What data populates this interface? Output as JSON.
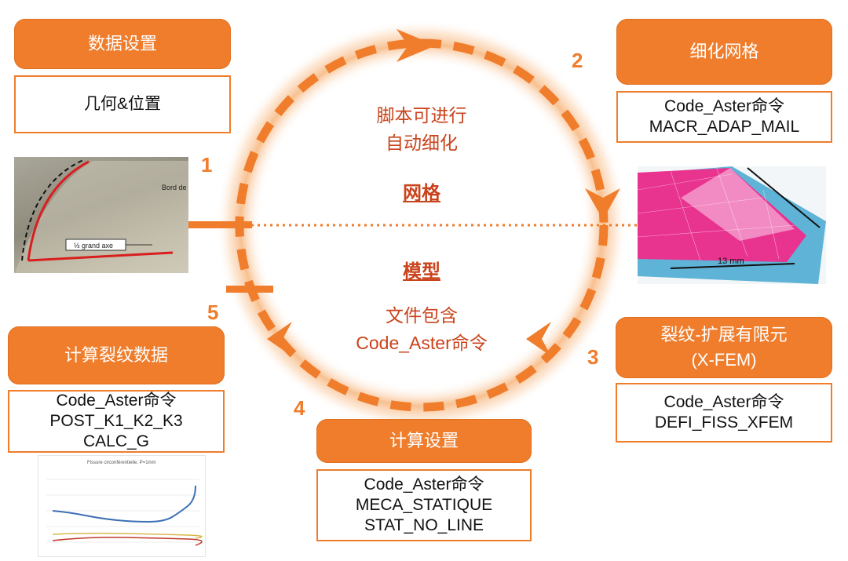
{
  "center": {
    "top_line1": "脚本可进行",
    "top_line2": "自动细化",
    "mesh_title": "网格",
    "model_title": "模型",
    "bottom_line1": "文件包含",
    "bottom_line2": "Code_Aster命令"
  },
  "steps": [
    {
      "number": "1",
      "title": "数据设置",
      "body": [
        "几何&位置"
      ]
    },
    {
      "number": "2",
      "title": "细化网格",
      "body": [
        "Code_Aster命令",
        "MACR_ADAP_MAIL"
      ]
    },
    {
      "number": "3",
      "title_line1": "裂纹-扩展有限元",
      "title_line2": "(X-FEM)",
      "body": [
        "Code_Aster命令",
        "DEFI_FISS_XFEM"
      ]
    },
    {
      "number": "4",
      "title": "计算设置",
      "body": [
        "Code_Aster命令",
        "MECA_STATIQUE",
        "STAT_NO_LINE"
      ]
    },
    {
      "number": "5",
      "title": "计算裂纹数据",
      "body": [
        "Code_Aster命令",
        "POST_K1_K2_K3",
        "CALC_G"
      ]
    }
  ],
  "images": {
    "photo_label_1": "Bord de sortie",
    "photo_label_2": "½ grand axe",
    "fem_label": "13 mm",
    "plot_title": "Fissure circonférentielle, P=1mm"
  },
  "colors": {
    "accent": "#ef7d2c",
    "center_text": "#c9431c"
  }
}
